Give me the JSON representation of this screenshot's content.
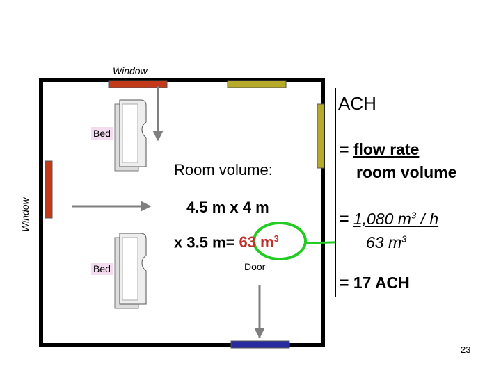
{
  "labels": {
    "window_top": "Window",
    "window_left": "Window",
    "bed_1": "Bed",
    "bed_2": "Bed",
    "door": "Door"
  },
  "room_volume": {
    "heading": "Room volume:",
    "dims_line": "4.5 m x 4 m",
    "height_prefix": "x 3.5 m=",
    "result": "63 m",
    "result_exp": "3"
  },
  "ach_panel": {
    "title": "ACH",
    "eq1_prefix": "= ",
    "eq1_numerator": "flow rate",
    "eq1_denominator": "room volume",
    "eq2_prefix": "= ",
    "eq2_numerator_a": "1,080 m",
    "eq2_numerator_exp": "3",
    "eq2_numerator_b": " / h",
    "eq2_denominator": "63 m",
    "eq2_denominator_exp": "3",
    "eq3": "= 17 ACH"
  },
  "page_number": "23",
  "colors": {
    "wall": "#000000",
    "window_top": "#c23a1a",
    "window_left": "#c23a1a",
    "vent_top": "#b5aa2a",
    "vent_right": "#b5aa2a",
    "door": "#2a2aa0",
    "arrow": "#7f7f7f",
    "highlight_ring": "#22cc22",
    "highlight_text": "#c0302a",
    "bed_fill": "#eeeeee",
    "bed_label_bg": "#f3dcef"
  }
}
